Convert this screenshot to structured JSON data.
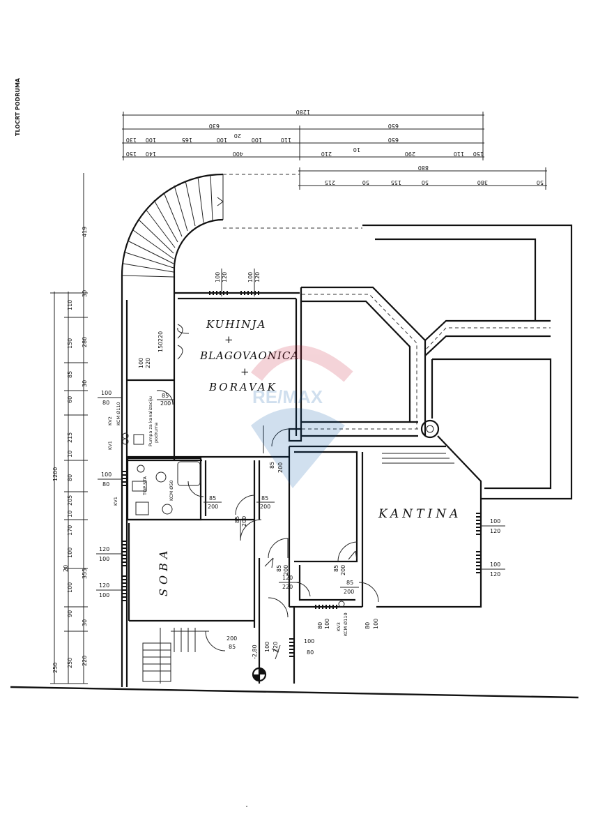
{
  "title": "TLOCRT PODRUMA",
  "rooms": {
    "kitchen_line1": "KUHINJA",
    "kitchen_plus1": "+",
    "kitchen_line2": "BLAGOVAONICA",
    "kitchen_plus2": "+",
    "kitchen_line3": "BORAVAK",
    "room": "SOBA",
    "cellar": "KANTINA"
  },
  "watermark": "RE/MAX",
  "labels": {
    "pump": "Pumpa za kanalizaciju",
    "pump2": "podruma",
    "kv2": "KV2",
    "kv1a": "KV1",
    "kv1b": "KV1",
    "kv3": "KV3",
    "kcm110a": "KCM Ø110",
    "kcm110b": "KCM Ø110",
    "kcm50": "KCM Ø50",
    "top": "TOP STA",
    "level": "-2,80"
  },
  "dims_top": {
    "row1": [
      "1280"
    ],
    "row2": [
      "630",
      "650"
    ],
    "row3": [
      "130",
      "100",
      "165",
      "100",
      "100",
      "110",
      "20",
      "650"
    ],
    "row4": [
      "150",
      "140",
      "400",
      "210",
      "10",
      "290",
      "110",
      "150"
    ],
    "row5": [
      "880"
    ],
    "row6": [
      "215",
      "50",
      "155",
      "50",
      "380",
      "50"
    ]
  },
  "dims_left": {
    "outer": "1200",
    "a": [
      "110",
      "150",
      "85",
      "60",
      "215",
      "10",
      "80",
      "205",
      "10",
      "170",
      "100",
      "20",
      "355",
      "100",
      "90",
      "30",
      "250",
      "220",
      "250"
    ],
    "b": [
      "419",
      "30",
      "280",
      "30"
    ]
  },
  "openings": {
    "k_win1": [
      "100",
      "120"
    ],
    "k_win2": [
      "100",
      "120"
    ],
    "door_220": [
      "150",
      "220"
    ],
    "door_100_220": [
      "100",
      "220"
    ],
    "d_85_200a": [
      "85",
      "200"
    ],
    "d_85_200b": [
      "85",
      "200"
    ],
    "d_85_200c": [
      "85",
      "200"
    ],
    "d_85_200d": [
      "85",
      "200"
    ],
    "d_85_200e": [
      "85",
      "200"
    ],
    "d_85_200f": [
      "85",
      "200"
    ],
    "d_85_200g": [
      "85",
      "200"
    ],
    "d_85_200h": [
      "85",
      "200"
    ],
    "d_85_200i": [
      "85",
      "200"
    ],
    "w_100_80a": [
      "100",
      "80"
    ],
    "w_100_80b": [
      "100",
      "80"
    ],
    "w_120_100a": [
      "120",
      "100"
    ],
    "w_120_100b": [
      "120",
      "100"
    ],
    "w_120_220": [
      "120",
      "220"
    ],
    "w_100_220b": [
      "100",
      "220"
    ],
    "kant_w1": [
      "100",
      "120"
    ],
    "kant_w2": [
      "100",
      "120"
    ],
    "bot_80_100a": [
      "80",
      "100"
    ],
    "bot_80_100b": [
      "80",
      "100"
    ],
    "bot_100_80": [
      "100",
      "80"
    ],
    "stair_85_200": [
      "85",
      "200"
    ]
  }
}
